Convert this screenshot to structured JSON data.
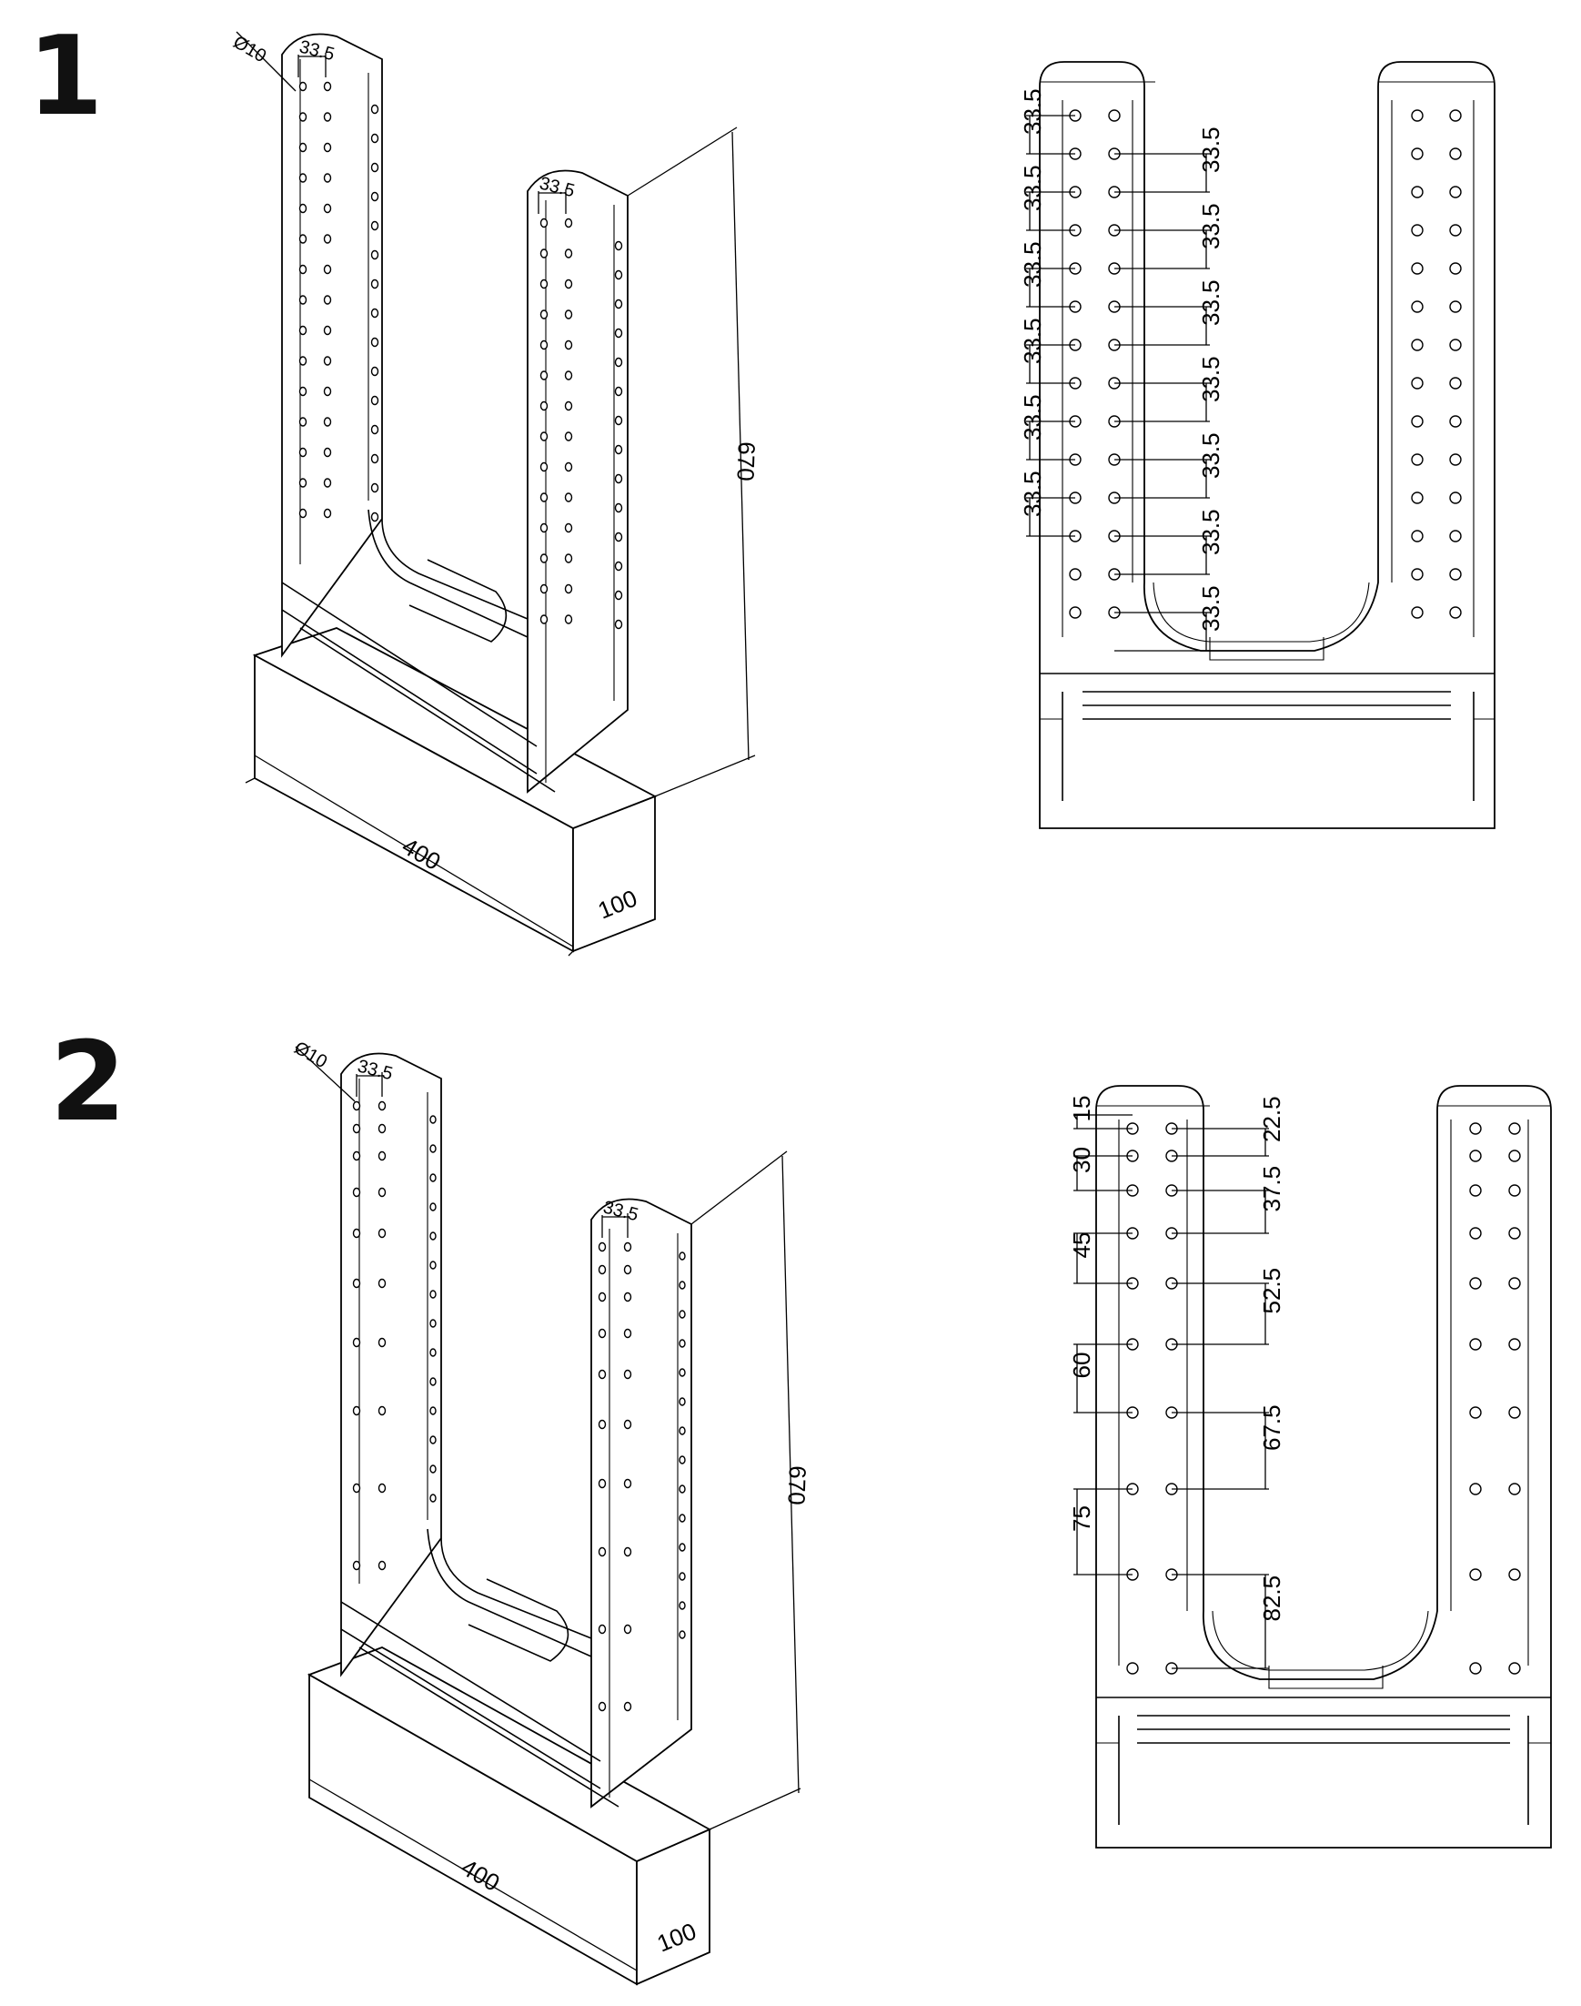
{
  "figures": [
    {
      "number": "1",
      "iso": {
        "hole_dia": "Ø10",
        "pitch_top_left": "33.5",
        "pitch_top_right": "33.5",
        "height": "670",
        "width": "400",
        "depth": "100"
      },
      "front": {
        "left_dims": [
          "33.5",
          "33.5",
          "33.5",
          "33.5",
          "33.5",
          "33.5"
        ],
        "right_dims": [
          "33.5",
          "33.5",
          "33.5",
          "33.5",
          "33.5",
          "33.5",
          "33.5"
        ]
      }
    },
    {
      "number": "2",
      "iso": {
        "hole_dia": "Ø10",
        "pitch_top_left": "33.5",
        "pitch_top_right": "33.5",
        "height": "670",
        "width": "400",
        "depth": "100"
      },
      "front": {
        "left_dims": [
          "15",
          "30",
          "45",
          "60",
          "75"
        ],
        "right_dims": [
          "22.5",
          "37.5",
          "52.5",
          "67.5",
          "82.5"
        ]
      }
    }
  ]
}
